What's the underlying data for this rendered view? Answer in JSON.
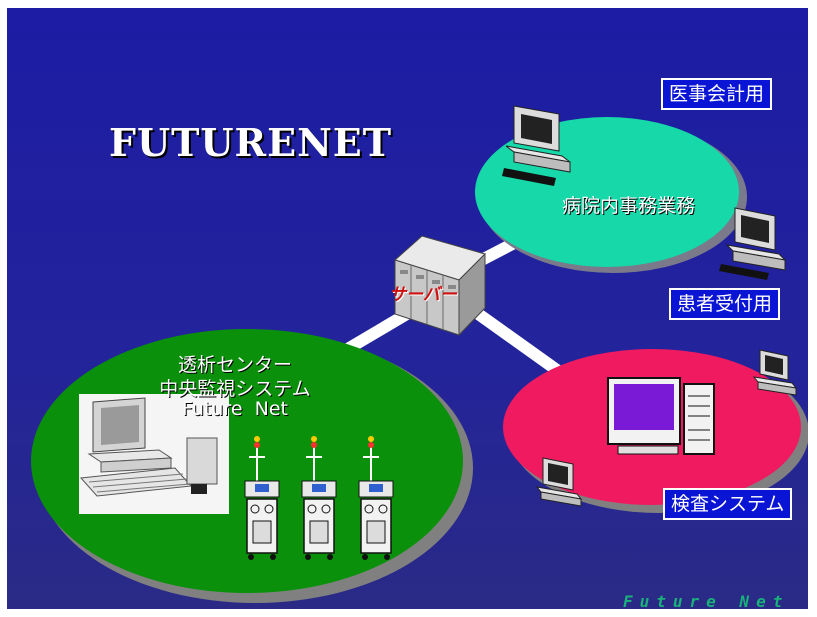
{
  "title": "FUTURENET",
  "server_label": "サーバー",
  "office_network": {
    "label": "病院内事務業務",
    "terminals": [
      {
        "label": "医事会計用"
      },
      {
        "label": "患者受付用"
      }
    ]
  },
  "dialysis_network": {
    "line1": "透析センター",
    "line2": "中央監視システム",
    "line3": "Future  Net"
  },
  "lab_network": {
    "label": "検査システム"
  },
  "watermark": "Future Net",
  "colors": {
    "background": "#1f1fa0",
    "office_ellipse": "#16d8a8",
    "dialysis_ellipse": "#0a900a",
    "lab_ellipse": "#f01a60",
    "label_box": "#0a14d4",
    "server_text": "#d01010"
  }
}
